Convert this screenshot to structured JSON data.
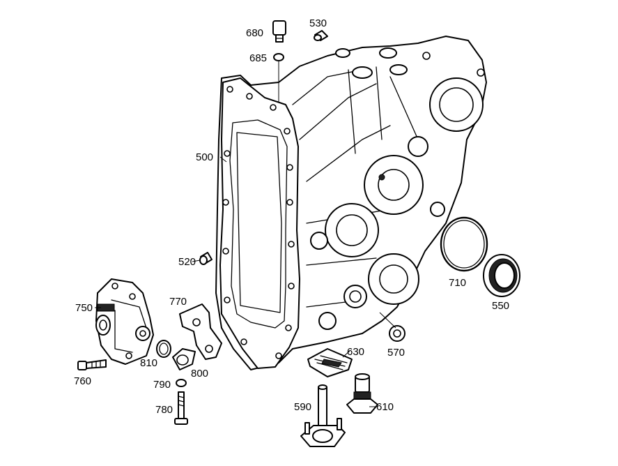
{
  "part_labels": {
    "p680": "680",
    "p530": "530",
    "p685": "685",
    "p500": "500",
    "p520": "520",
    "p750": "750",
    "p770": "770",
    "p710": "710",
    "p550": "550",
    "p630": "630",
    "p570": "570",
    "p760": "760",
    "p810": "810",
    "p800": "800",
    "p790": "790",
    "p780": "780",
    "p590": "590",
    "p610": "610"
  }
}
